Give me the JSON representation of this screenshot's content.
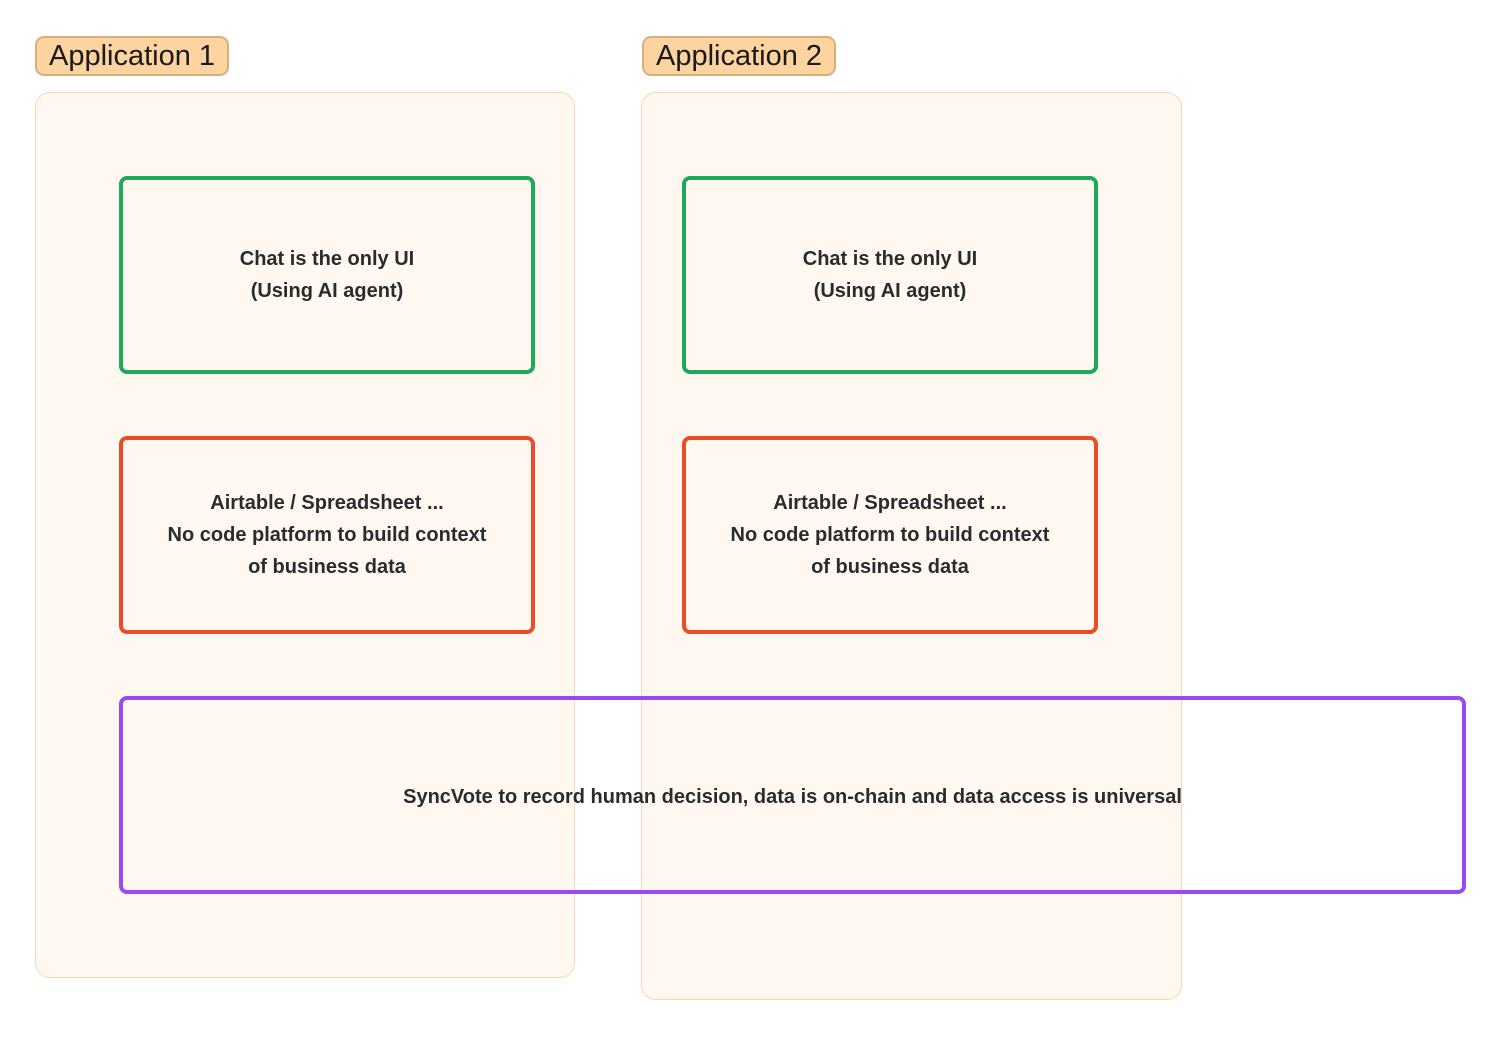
{
  "colors": {
    "title_fill": "#fdd39f",
    "title_border": "#d9b07a",
    "panel_fill": "#fff8f1",
    "panel_border": "#f5d9ad",
    "chat_border": "#1fa85a",
    "data_border": "#ec4a2a",
    "syncvote_border": "#9a48f0"
  },
  "applications": [
    {
      "title": "Application 1",
      "chat_box": "Chat is the only UI\n(Using AI agent)",
      "data_box": "Airtable / Spreadsheet ...\nNo code platform to build context\nof business data"
    },
    {
      "title": "Application 2",
      "chat_box": "Chat is the only UI\n(Using AI agent)",
      "data_box": "Airtable / Spreadsheet ...\nNo code platform to build context\nof business data"
    }
  ],
  "syncvote_box": "SyncVote to record human decision, data is on-chain and data access is universal"
}
